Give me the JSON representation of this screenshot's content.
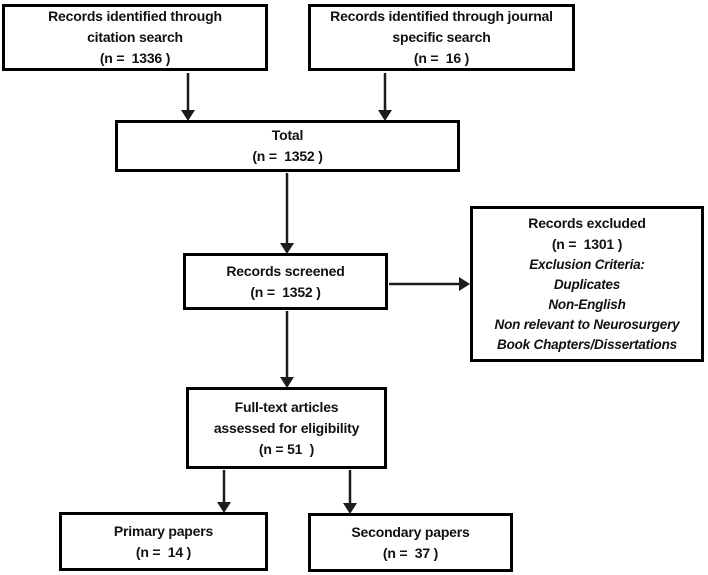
{
  "diagram": {
    "title": "Records screening flow diagram",
    "colors": {
      "box_border": "#000000",
      "text": "#111111",
      "arrow": "#1c1c1c",
      "background": "#ffffff"
    },
    "boxes": {
      "citation": {
        "text": "Records identified through\ncitation search\n(n =  1336 )"
      },
      "journal": {
        "text": "Records identified through journal\nspecific search\n(n =  16 )"
      },
      "total": {
        "text": "Total\n(n =  1352 )"
      },
      "screened": {
        "text": "Records screened\n(n =  1352 )"
      },
      "excluded": {
        "title": "Records excluded\n(n =  1301 )",
        "criteria": "Exclusion Criteria:\nDuplicates\nNon-English\nNon relevant to Neurosurgery\nBook Chapters/Dissertations"
      },
      "fulltext": {
        "text": "Full-text articles\nassessed for eligibility\n(n = 51  )"
      },
      "primary": {
        "text": "Primary papers\n(n =  14 )"
      },
      "secondary": {
        "text": "Secondary papers\n(n =  37 )"
      }
    }
  }
}
